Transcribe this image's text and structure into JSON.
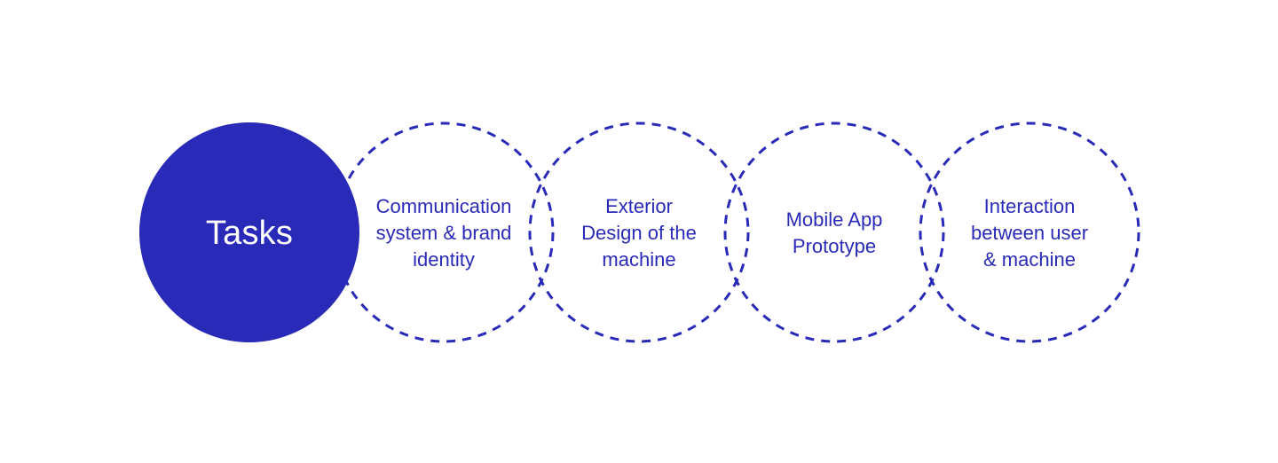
{
  "colors": {
    "primary": "#2a2ab9",
    "background": "#ffffff"
  },
  "main": {
    "label": "Tasks"
  },
  "tasks": [
    {
      "label": "Communication\nsystem & brand\nidentity"
    },
    {
      "label": "Exterior\nDesign of the\nmachine"
    },
    {
      "label": "Mobile App\nPrototype"
    },
    {
      "label": "Interaction\nbetween user\n& machine"
    }
  ]
}
